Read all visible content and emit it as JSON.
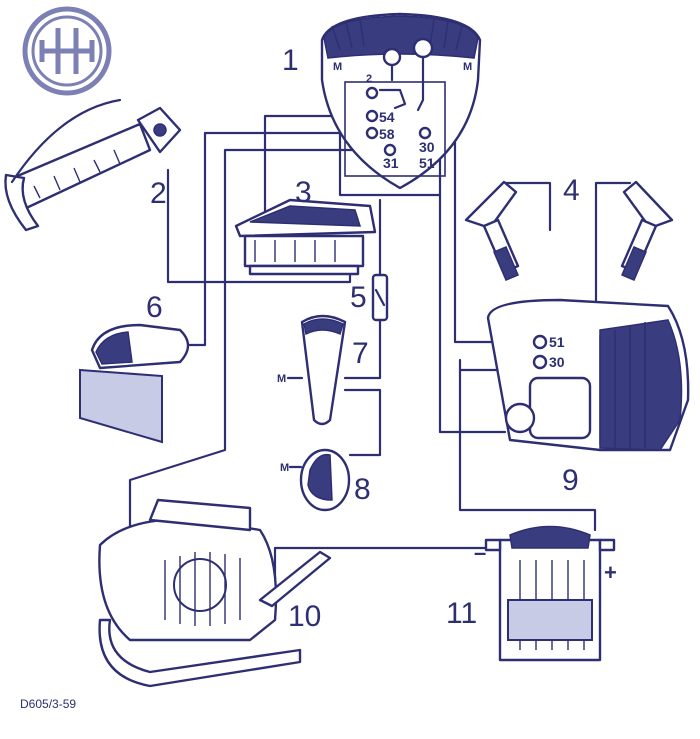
{
  "logo": {
    "name": "Bosch armature emblem"
  },
  "callouts": [
    "1",
    "2",
    "3",
    "4",
    "5",
    "6",
    "7",
    "8",
    "9",
    "10",
    "11"
  ],
  "headlamp_terminals": [
    "54",
    "58",
    "31",
    "30",
    "51"
  ],
  "headlamp_marks": [
    "M",
    "M"
  ],
  "generator_terminals": [
    "51",
    "30"
  ],
  "lamp_marks": [
    "M",
    "M"
  ],
  "battery_poles": [
    "–",
    "+"
  ],
  "drawing_code": "D605/3-59",
  "colors": {
    "ink": "#2e2f72",
    "fill_light": "#c8cbe6",
    "background": "#ffffff"
  }
}
